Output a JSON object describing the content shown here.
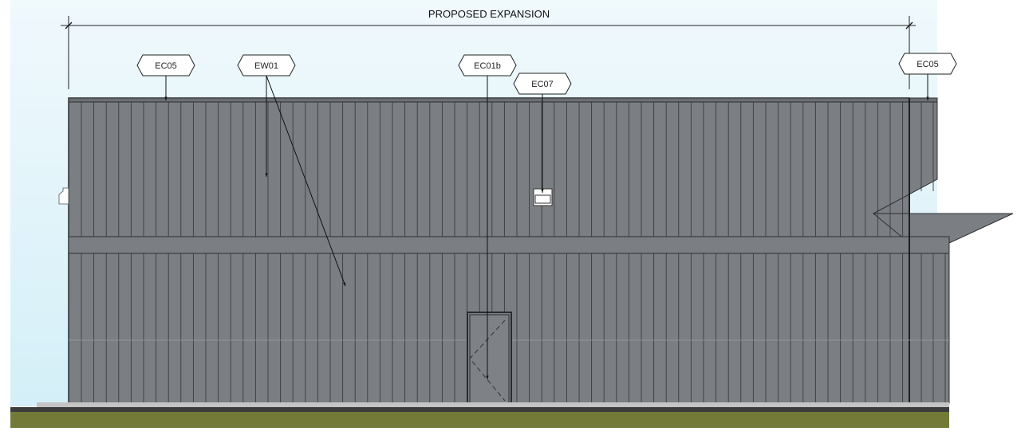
{
  "dimension": {
    "label": "PROPOSED EXPANSION"
  },
  "tags": [
    {
      "id": "EC05",
      "label": "EC05"
    },
    {
      "id": "EW01",
      "label": "EW01"
    },
    {
      "id": "EC01b",
      "label": "EC01b"
    },
    {
      "id": "EC07",
      "label": "EC07"
    },
    {
      "id": "EC05-right",
      "label": "EC05"
    }
  ],
  "colors": {
    "sky_top": "#f0f9fc",
    "sky_bottom": "#d4eff8",
    "cladding": "#7b7e82",
    "seam": "#3a3c3f",
    "ground_slab": "#c4c4c4",
    "ground_dark": "#3c3c3c",
    "grass": "#737a38"
  }
}
